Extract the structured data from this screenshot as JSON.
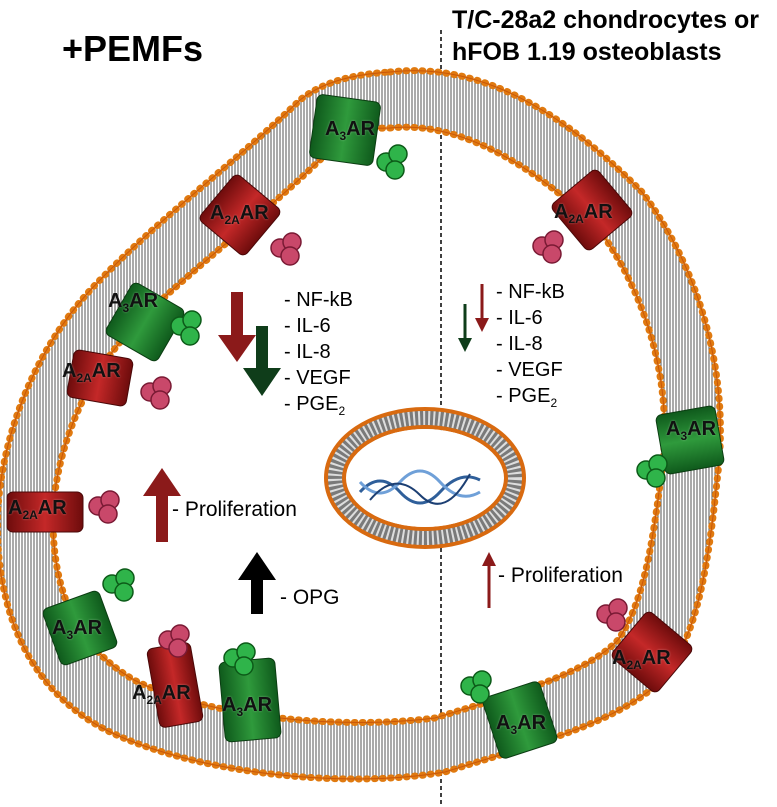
{
  "titles": {
    "left": "+PEMFs",
    "right_line1": "T/C-28a2 chondrocytes or",
    "right_line2": "hFOB 1.19 osteoblasts"
  },
  "markers_left": {
    "items": [
      "- NF-kB",
      "- IL-6",
      "- IL-8",
      "- VEGF",
      "- PGE"
    ],
    "pge_sub": "2"
  },
  "markers_right": {
    "items": [
      "- NF-kB",
      "- IL-6",
      "- IL-8",
      "- VEGF",
      "- PGE"
    ],
    "pge_sub": "2"
  },
  "left_proliferation": "- Proliferation",
  "left_opg": "- OPG",
  "right_proliferation": "- Proliferation",
  "receptors": {
    "a3_main": "A",
    "a3_sub": "3",
    "a3_tail": "AR",
    "a2a_main": "A",
    "a2a_sub": "2A",
    "a2a_tail": "AR"
  },
  "colors": {
    "dark_red": "#8b1a1a",
    "dark_green": "#0f3d1a",
    "black": "#000000",
    "receptor_green": "#1f7a2a",
    "receptor_red": "#a61c1c",
    "membrane_orange": "#e07a10",
    "g_protein_green": "#2fb44a",
    "g_protein_pink": "#c9486a",
    "dna_blue": "#2f5f9a"
  }
}
